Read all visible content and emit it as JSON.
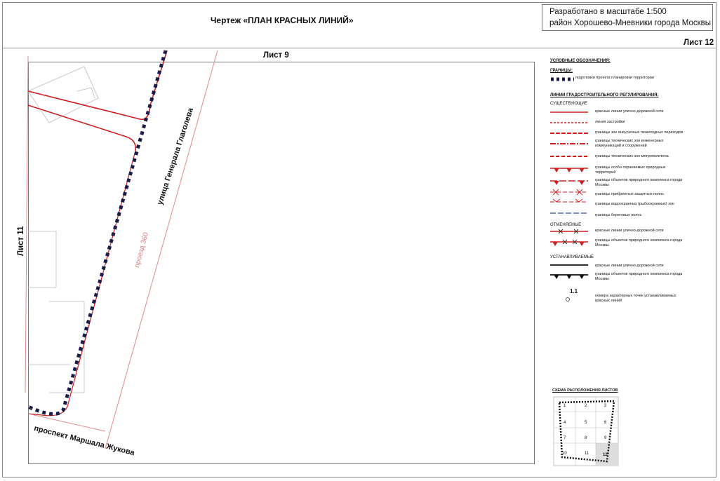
{
  "header": {
    "title": "Чертеж «ПЛАН КРАСНЫХ ЛИНИЙ»",
    "scale_line1": "Разработано в масштабе 1:500",
    "scale_line2": "район Хорошево-Мневники города Москвы",
    "sheet": "Лист 12"
  },
  "map": {
    "adjacent_top": "Лист 9",
    "adjacent_left": "Лист 11",
    "streets": {
      "glagoleva": "улица Генерала Глаголева",
      "zhukova": "проспект Маршала Жукова",
      "proezd": "проезд 360"
    },
    "colors": {
      "red_line": "#cc1f1f",
      "boundary": "#1c1c4a",
      "light_line": "#e08a8a",
      "grey": "#bbbbbb"
    }
  },
  "legend": {
    "title": "УСЛОВНЫЕ ОБОЗНАЧЕНИЯ:",
    "boundaries_head": "ГРАНИЦЫ:",
    "boundary_item": "подготовки проекта планировки территории",
    "lines_head": "ЛИНИИ ГРАДОСТРОИТЕЛЬНОГО РЕГУЛИРОВАНИЯ:",
    "existing_head": "СУЩЕСТВУЮЩИЕ",
    "existing_items": [
      "красные линии улично-дорожной сети",
      "линия застройки",
      "границы зон внеуличных пешеходных переходов",
      "границы технических зон инженерных коммуникаций и сооружений",
      "границы технических зон метрополитена",
      "границы особо охраняемых природных территорий",
      "границы объектов природного комплекса города Москвы",
      "границы прибрежных защитных полос",
      "границы водоохранных (рыбоохранных) зон",
      "границы береговых полос"
    ],
    "cancelled_head": "ОТМЕНЯЕМЫЕ",
    "cancelled_items": [
      "красные линии улично-дорожной сети",
      "границы объектов природного комплекса города Москвы"
    ],
    "established_head": "УСТАНАВЛИВАЕМЫЕ",
    "established_items": [
      "красные линии улично-дорожной сети",
      "границы объектов природного комплекса города Москвы"
    ],
    "point_label": "1.1",
    "point_item": "номера характерных точек устанавливаемых красных линий"
  },
  "schema": {
    "title": "СХЕМА РАСПОЛОЖЕНИЯ ЛИСТОВ",
    "cells": [
      "1",
      "2",
      "3",
      "4",
      "5",
      "6",
      "7",
      "8",
      "9",
      "10",
      "11",
      "12"
    ],
    "current": "12"
  }
}
